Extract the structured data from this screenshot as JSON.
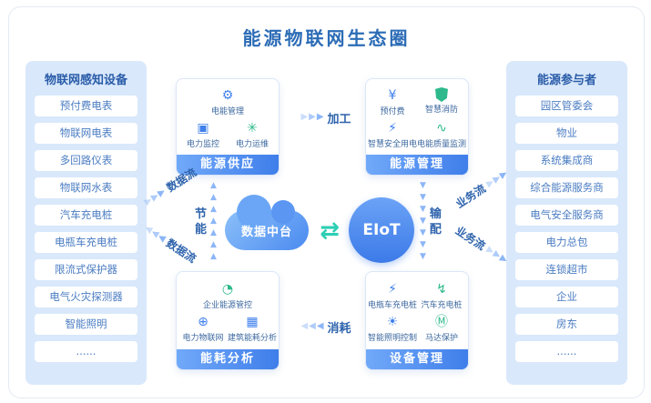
{
  "title": "能源物联网生态圈",
  "glyphs": {
    "up": "▲",
    "down": "▼",
    "left": "◀",
    "right": "▶"
  },
  "left_panel": {
    "title": "物联网感知设备",
    "items": [
      "预付费电表",
      "物联网电表",
      "多回路仪表",
      "物联网水表",
      "汽车充电桩",
      "电瓶车充电桩",
      "限流式保护器",
      "电气火灾探测器",
      "智能照明",
      "......"
    ]
  },
  "right_panel": {
    "title": "能源参与者",
    "items": [
      "园区管委会",
      "物业",
      "系统集成商",
      "综合能源服务商",
      "电气安全服务商",
      "电力总包",
      "连锁超市",
      "企业",
      "房东",
      "......"
    ]
  },
  "boxes": {
    "energy_supply": {
      "title": "能源供应",
      "features": [
        {
          "label": "电能管理",
          "icon": "energy-management-icon",
          "glyph": "⚙",
          "color": "#3f80ec"
        },
        {
          "label": "电力监控",
          "icon": "power-monitoring-icon",
          "glyph": "▣",
          "color": "#3f80ec"
        },
        {
          "label": "电力运维",
          "icon": "power-ops-asterisk-icon",
          "glyph": "✳",
          "color": "#2db98c"
        }
      ]
    },
    "energy_management": {
      "title": "能源管理",
      "features": [
        {
          "label": "预付费",
          "icon": "prepaid-icon",
          "glyph": "¥",
          "color": "#3f80ec"
        },
        {
          "label": "智慧消防",
          "icon": "fire-shield-icon",
          "glyph": "",
          "shape": "shape-shield",
          "color": "#2db98c"
        },
        {
          "label": "智慧安全用电",
          "icon": "safe-electricity-icon",
          "glyph": "⚡",
          "color": "#3f80ec"
        },
        {
          "label": "电能质量监测",
          "icon": "power-quality-icon",
          "glyph": "∿",
          "color": "#2db98c"
        }
      ]
    },
    "energy_analysis": {
      "title": "能耗分析",
      "features": [
        {
          "label": "企业能源管控",
          "icon": "enterprise-energy-gauge-icon",
          "glyph": "◔",
          "color": "#2db98c"
        },
        {
          "label": "电力物联网",
          "icon": "power-iot-globe-icon",
          "glyph": "⊕",
          "color": "#3f80ec"
        },
        {
          "label": "建筑能耗分析",
          "icon": "building-energy-icon",
          "glyph": "▦",
          "color": "#3f80ec"
        }
      ]
    },
    "device_management": {
      "title": "设备管理",
      "features": [
        {
          "label": "电瓶车充电桩",
          "icon": "ebike-charging-icon",
          "glyph": "⚡",
          "color": "#3f80ec"
        },
        {
          "label": "汽车充电桩",
          "icon": "car-charging-icon",
          "glyph": "↯",
          "color": "#2db98c"
        },
        {
          "label": "智能照明控制",
          "icon": "smart-lighting-icon",
          "glyph": "☀",
          "color": "#3f80ec"
        },
        {
          "label": "马达保护",
          "icon": "motor-protection-icon",
          "glyph": "Ⓜ",
          "color": "#2db98c"
        }
      ]
    }
  },
  "center": {
    "cloud_label": "数据中台",
    "platform_label": "EIoT",
    "exchange_glyph": "⇄"
  },
  "arrows": {
    "data_flow_top": "数据流",
    "data_flow_bottom": "数据流",
    "business_flow_top": "业务流",
    "business_flow_bottom": "业务流",
    "saving": "节能",
    "processing": "加工",
    "distribution": "输配",
    "consumption": "消耗"
  },
  "colors": {
    "accent_blue": "#3f80ec",
    "green": "#2db98c",
    "panel_bg": "#d9e8fb",
    "title_blue": "#2c6cb6",
    "header_gradient_start": "#71a9f9",
    "header_gradient_end": "#3f7eea",
    "teal_exchange": "#2ecfb4"
  }
}
